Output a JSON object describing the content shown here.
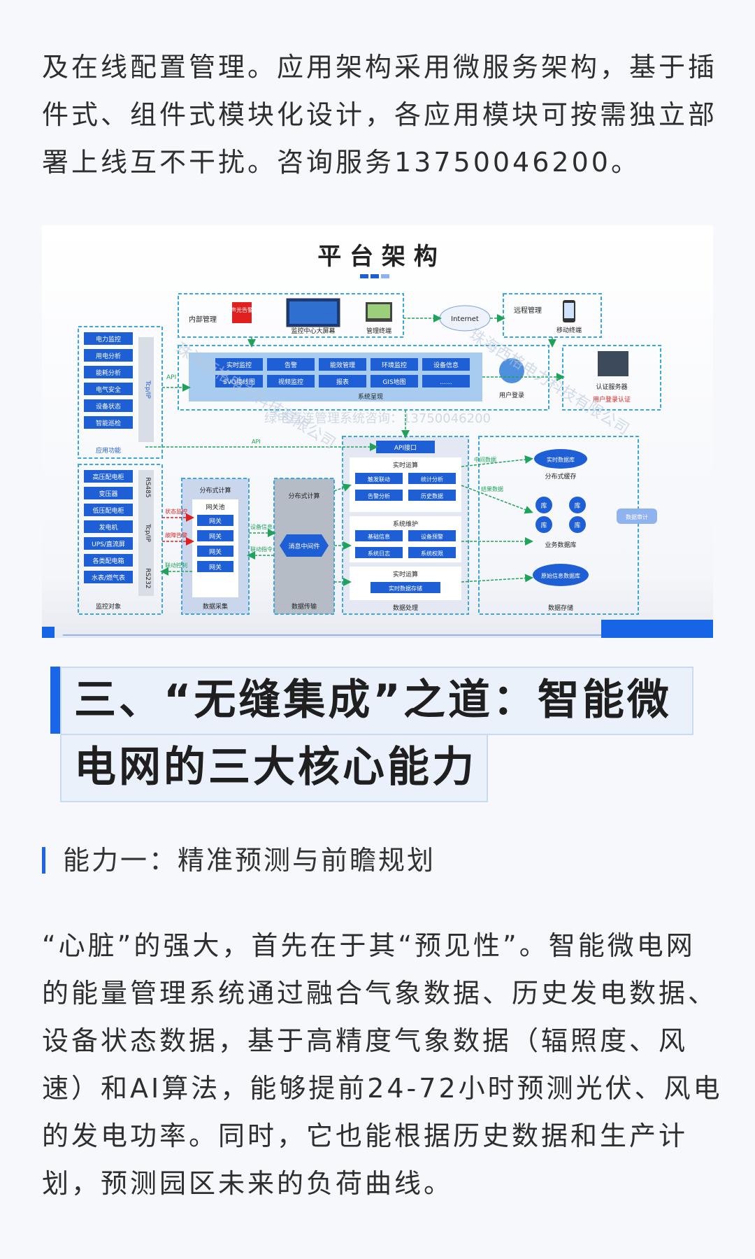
{
  "intro": {
    "lines": [
      "及在线配置管理。应用架构采用微服务架构，基于插",
      "件式、组件式模块化设计，各应用模块可按需独立部",
      "署上线互不干扰。咨询服务13750046200。"
    ]
  },
  "figure": {
    "title": "平 台 架 构",
    "watermark": "绿电直连管理系统咨询：13750046200",
    "watermark_diag": "珠海西格电力科技有限公司",
    "top_left_label": "内部管理",
    "alarm_label": "声光告警",
    "big_screen_label": "监控中心大屏幕",
    "terminal_label": "管理终端",
    "internet_label": "Internet",
    "remote_label": "远程管理",
    "mobile_label": "移动终端",
    "auth_label": "认证服务器",
    "auth_sub": "用户登录认证",
    "api_label": "API",
    "tcpip_label": "Tcp/IP",
    "app_funcs": [
      "电力监控",
      "用电分析",
      "能耗分析",
      "电气安全",
      "设备状态",
      "智能巡检"
    ],
    "app_funcs_caption": "应用功能",
    "system_row1": [
      "实时监控",
      "告警",
      "能效管理",
      "环境监控",
      "设备信息"
    ],
    "system_row2": [
      "SVG接线图",
      "视频监控",
      "报表",
      "GIS地图",
      "......"
    ],
    "system_caption": "系统呈现",
    "user_login": "用户登录",
    "monitor_objects": [
      "高压配电柜",
      "变压器",
      "低压配电柜",
      "发电机",
      "UPS/直流屏",
      "各类配电箱",
      "水表/燃气表"
    ],
    "monitor_caption": "监控对象",
    "protocols": [
      "RS485",
      "Tcp/IP",
      "RS232"
    ],
    "collect_title": "分布式计算",
    "gateway_pool": "网关池",
    "gateways": [
      "网关",
      "网关",
      "网关",
      "网关"
    ],
    "collect_caption": "数据采集",
    "status_mon": "状态监控",
    "fault_alarm": "故障告警",
    "link_ctrl": "联动控制",
    "device_info": "设备信息",
    "link_cmd": "联动指令",
    "transfer_title": "分布式计算",
    "middleware": "消息中间件",
    "transfer_caption": "数据传输",
    "api_port": "API接口",
    "realtime_calc": "实时运算",
    "calc_items": [
      "触发联动",
      "统计分析",
      "告警分析",
      "历史数据"
    ],
    "sys_maint": "系统维护",
    "maint_items": [
      "基础信息",
      "设备预警",
      "系统日志",
      "系统权限"
    ],
    "realtime_calc2": "实时运算",
    "realtime_store": "实时数据存储",
    "process_caption": "数据处理",
    "mid_data": "中间数据",
    "result_data": "结果数据",
    "realtime_db": "实时数据库",
    "dist_cache": "分布式缓存",
    "db_items": [
      "库",
      "库",
      "库",
      "库"
    ],
    "biz_db": "业务数据库",
    "data_audit": "数据审计",
    "raw_db": "原始信息数据库",
    "storage_caption": "数据存储"
  },
  "heading": {
    "line1": "三、“无缝集成”之道：智能微",
    "line2": "电网的三大核心能力"
  },
  "subheading": "能力一：精准预测与前瞻规划",
  "body": {
    "lines": [
      "“心脏”的强大，首先在于其“预见性”。智能微电网",
      "的能量管理系统通过融合气象数据、历史发电数据、",
      "设备状态数据，基于高精度气象数据（辐照度、风",
      "速）和AI算法，能够提前24-72小时预测光伏、风电",
      "的发电功率。同时，它也能根据历史数据和生产计",
      "划，预测园区未来的负荷曲线。"
    ]
  },
  "colors": {
    "accent": "#1b66e8",
    "diagram_blue": "#1f5fd6",
    "diagram_green": "#1fa35a",
    "diagram_red": "#e02020"
  }
}
